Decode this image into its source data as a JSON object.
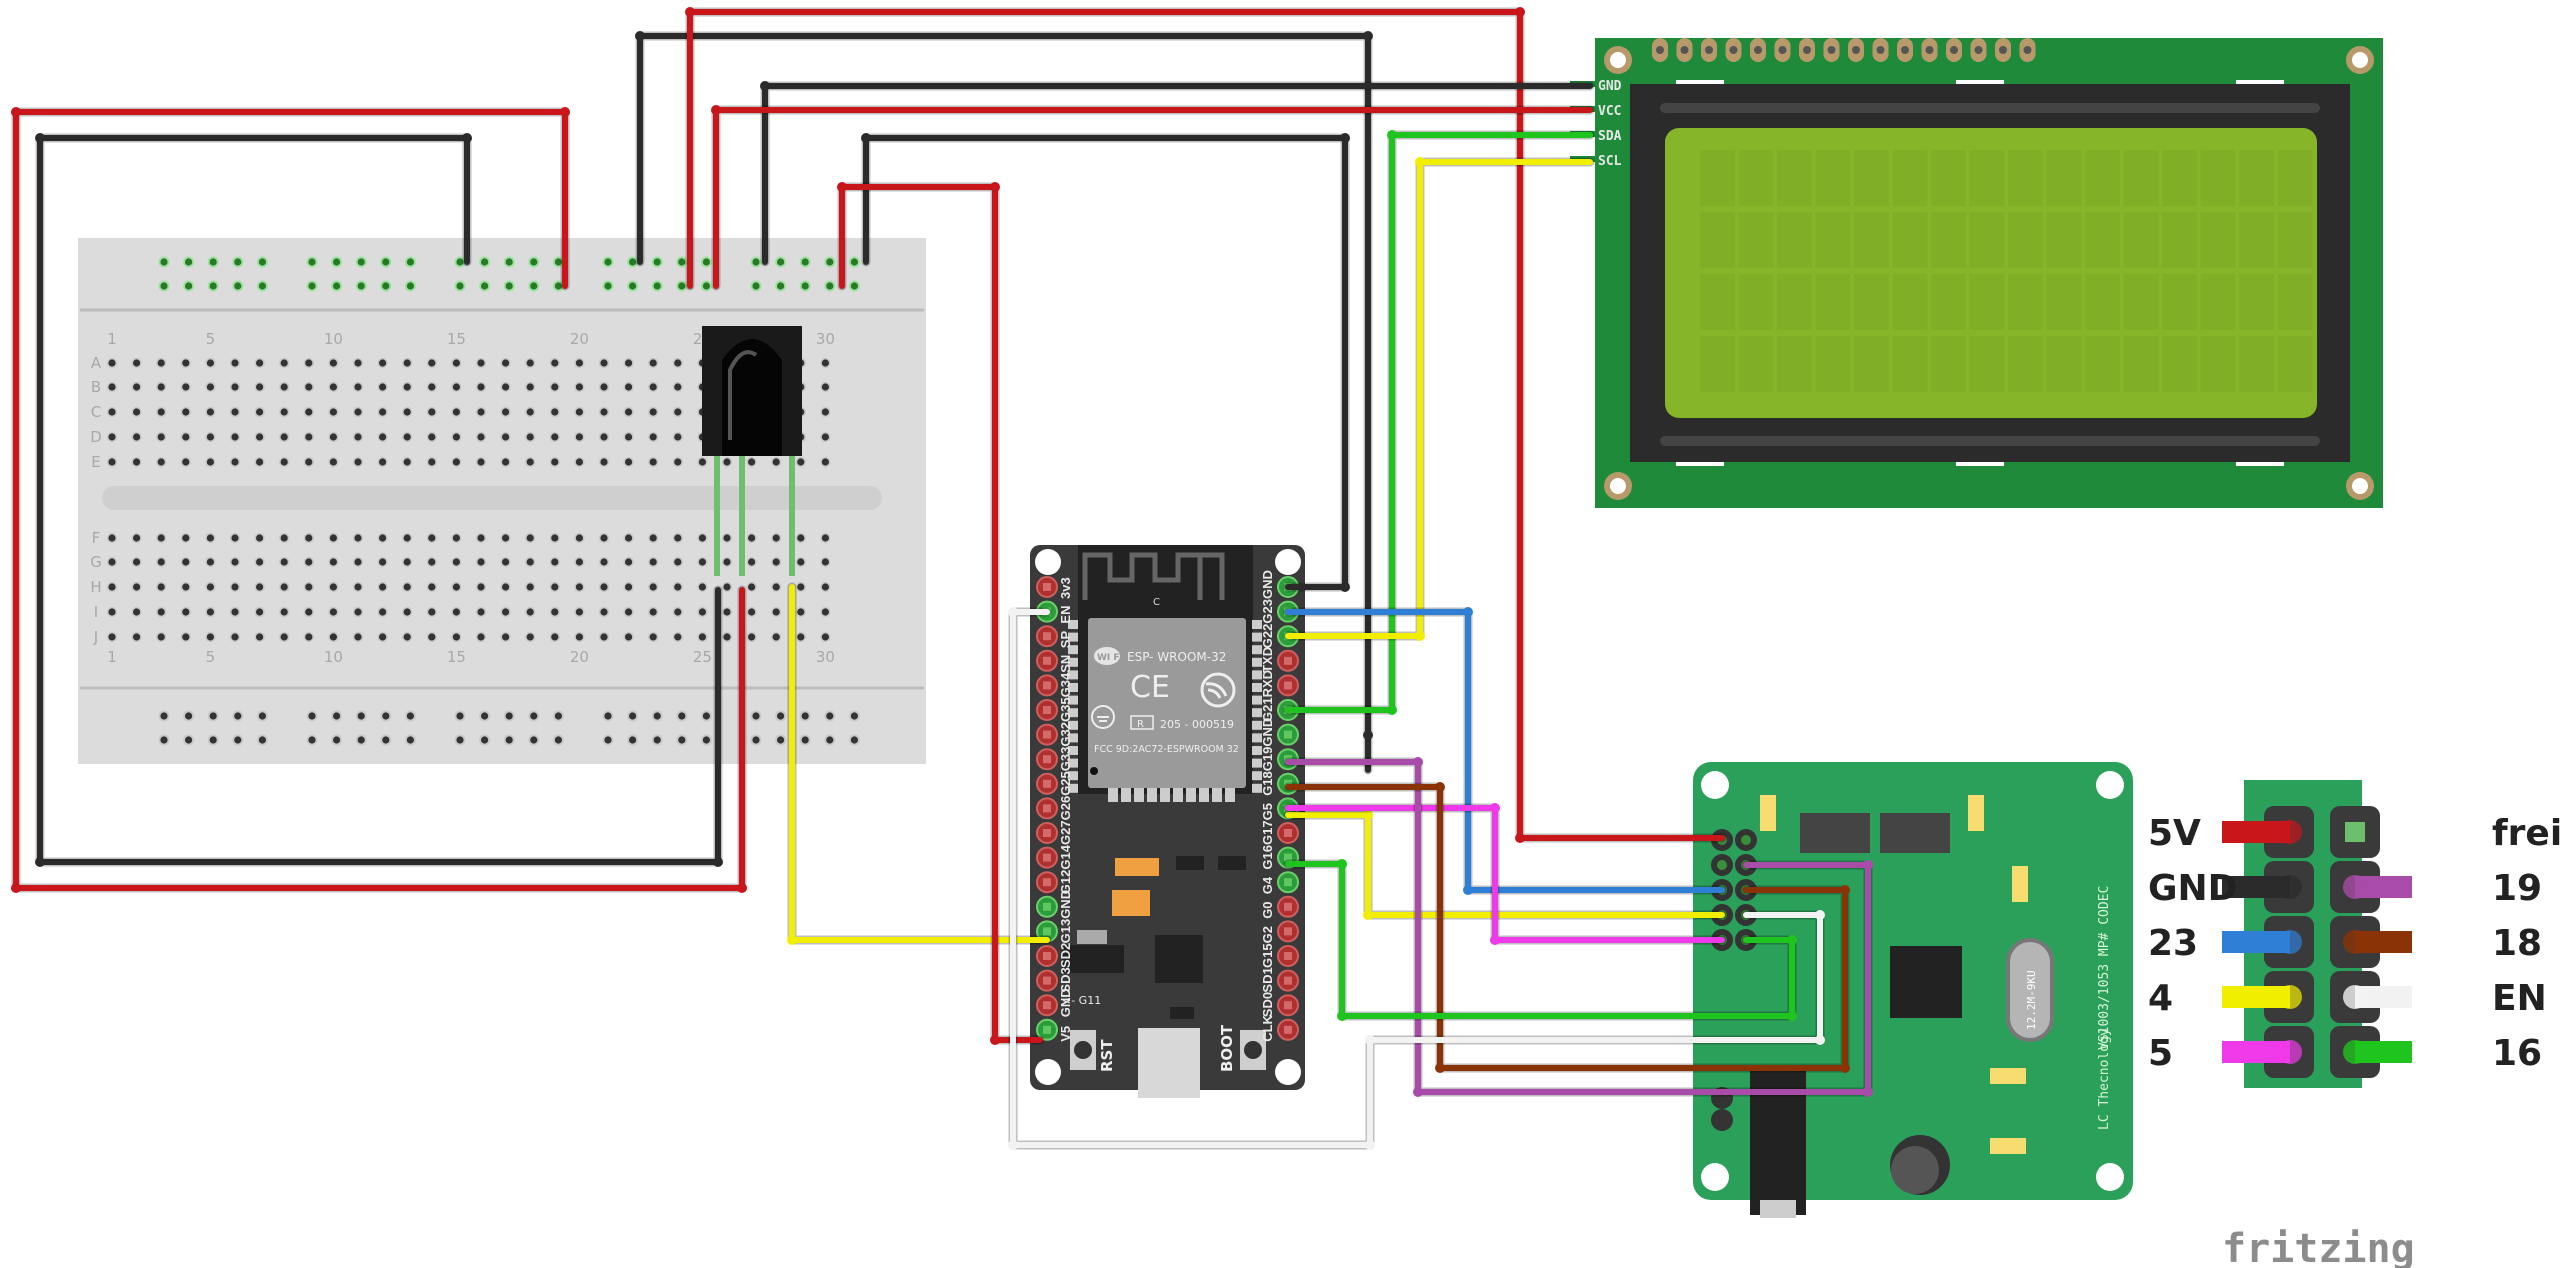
{
  "diagram": {
    "tool_watermark": "fritzing",
    "colors": {
      "wire_red": "#c8161b",
      "wire_black": "#2b2b2b",
      "wire_yellow": "#f2ee00",
      "wire_green": "#1fc41f",
      "wire_blue": "#2f7fd6",
      "wire_magenta": "#ee3ae8",
      "wire_purple": "#a94ba8",
      "wire_brown": "#8a3307",
      "wire_white": "#f2f2f2",
      "pcb_green": "#2aa05a",
      "lcd_pcb": "#1e8a3a",
      "lcd_screen": "#8ab92e",
      "esp_board": "#3a3a3a",
      "breadboard": "#dcdcdc"
    },
    "breadboard": {
      "column_labels": [
        "1",
        "5",
        "10",
        "15",
        "20",
        "25",
        "30"
      ],
      "row_labels_top": [
        "A",
        "B",
        "C",
        "D",
        "E"
      ],
      "row_labels_bottom": [
        "F",
        "G",
        "H",
        "I",
        "J"
      ]
    },
    "ir_receiver": {
      "name": "IR receiver"
    },
    "lcd": {
      "name": "LCD 20x4 I2C",
      "pins": [
        "GND",
        "VCC",
        "SDA",
        "SCL"
      ]
    },
    "esp32": {
      "module_title": "ESP- WROOM-32",
      "wifi_badge": "WI FI",
      "ce_mark": "CE",
      "r_badge": "R",
      "cert_number": "205 - 000519",
      "fcc_id": "FCC 9D:2AC72-ESPWROOM 32",
      "antenna_label": "C",
      "left_pins": [
        "3v3",
        "EN",
        "SP",
        "SN",
        "G34",
        "G35",
        "G32",
        "G33",
        "G25",
        "G26",
        "G27",
        "G14",
        "G12",
        "GND",
        "G13",
        "SD2",
        "SD3",
        "GND",
        "V5"
      ],
      "right_pins": [
        "GND",
        "G23",
        "G22",
        "TXD",
        "RXD",
        "G21",
        "GND",
        "G19",
        "G18",
        "G5",
        "G17",
        "G16",
        "G4",
        "G0",
        "G2",
        "G15",
        "SD1",
        "SD0",
        "CLK"
      ],
      "g11_note": "<- G11",
      "rst_label": "RST",
      "boot_label": "BOOT"
    },
    "mp3_module": {
      "name": "VS1003/1053 MP3 CODEC",
      "side_text_1": "VS1003/1053 MP# CODEC",
      "side_text_2": "LC Thecnology",
      "crystal_text": "12.2M-9KU"
    },
    "pin_legend": {
      "left_labels": [
        "5V",
        "GND",
        "23",
        "4",
        "5"
      ],
      "right_labels": [
        "frei",
        "19",
        "18",
        "EN",
        "16"
      ]
    }
  }
}
